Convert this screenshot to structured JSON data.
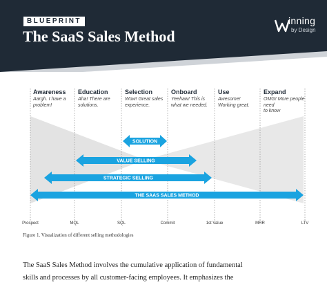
{
  "header": {
    "badge": "BLUEPRINT",
    "title": "The SaaS Sales Method",
    "logo_word": "inning",
    "logo_sub": "by Design",
    "bg_color": "#1f2a36"
  },
  "stages": [
    {
      "title": "Awareness",
      "desc": [
        "Aargh. I have a",
        "problem!"
      ]
    },
    {
      "title": "Education",
      "desc": [
        "Aha! There are",
        "solutions."
      ]
    },
    {
      "title": "Selection",
      "desc": [
        "Wow! Great sales",
        "experience."
      ]
    },
    {
      "title": "Onboard",
      "desc": [
        "Yeehaw! This is",
        "what we needed."
      ]
    },
    {
      "title": "Use",
      "desc": [
        "Awesome!",
        "Working great."
      ]
    },
    {
      "title": "Expand",
      "desc": [
        "OMG! More people",
        "need",
        "to know"
      ]
    }
  ],
  "milestones": [
    "Prospect",
    "MQL",
    "SQL",
    "Commit",
    "1st Value",
    "MRR",
    "LTV"
  ],
  "arrows": [
    {
      "label": "SOLUTION"
    },
    {
      "label": "VALUE SELLING"
    },
    {
      "label": "STRATEGIC SELLING"
    },
    {
      "label": "THE SAAS SALES METHOD"
    }
  ],
  "arrow_color": "#1aa3e0",
  "caption": "Figure 1. Visualization of different selling methodologies",
  "body": {
    "line1": "The SaaS Sales Method involves the cumulative application of fundamental",
    "line2": "skills and processes by all customer-facing employees. It emphasizes the"
  }
}
